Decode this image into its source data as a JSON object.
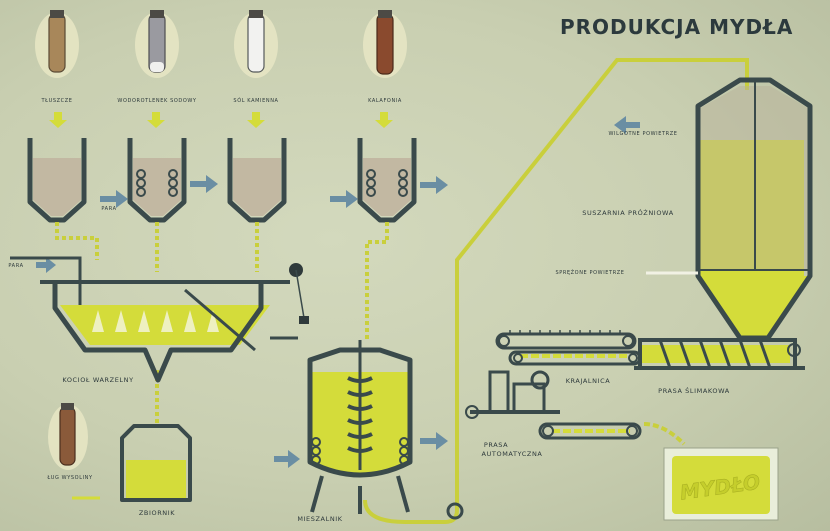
{
  "title": "PRODUKCJA MYDŁA",
  "ingredients": [
    {
      "label": "TŁUSZCZE"
    },
    {
      "label": "WODOROTLENEK SODOWY"
    },
    {
      "label": "SÓL KAMIENNA"
    },
    {
      "label": "KALAFONIA"
    },
    {
      "label": "ŁUG WYSOLINY"
    }
  ],
  "labels": {
    "para_left": "PARA",
    "para_mid": "PARA",
    "wilgotne_powietrze": "WILGOTNE POWIETRZE",
    "suszarnia": "SUSZARNIA PRÓŻNIOWA",
    "sprezone_powietrze": "SPRĘŻONE POWIETRZE",
    "kociol": "KOCIOŁ WARZELNY",
    "zbiornik": "ZBIORNIK",
    "mieszalnik": "MIESZALNIK",
    "krajalnica": "KRAJALNICA",
    "prasa_slimakowa": "PRASA ŚLIMAKOWA",
    "prasa_automatyczna_1": "PRASA",
    "prasa_automatyczna_2": "AUTOMATYCZNA",
    "soap_bar": "MYDŁO"
  },
  "colors": {
    "background": "#cdd3b6",
    "ink": "#2e3a3c",
    "soap_yellow": "#d4dc3a",
    "flow_yellow": "#c9cf3c",
    "arrow_blue": "#6a8ea3"
  }
}
